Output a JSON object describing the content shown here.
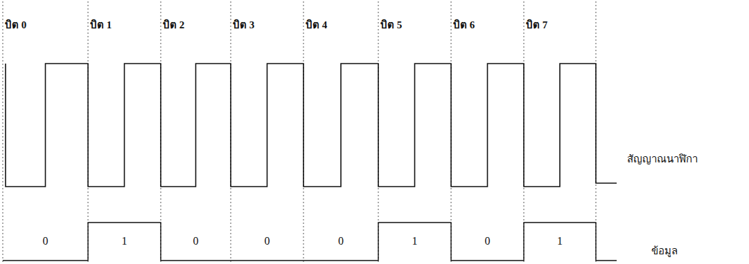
{
  "diagram": {
    "labels": [
      "บิต 0",
      "บิต 1",
      "บิต 2",
      "บิต 3",
      "บิต 4",
      "บิต 5",
      "บิต 6",
      "บิต 7",
      "สัญญาณนาฬิกา",
      "0",
      "1",
      "0",
      "0",
      "0",
      "1",
      "0",
      "1",
      "ข้อมูล"
    ]
  }
}
